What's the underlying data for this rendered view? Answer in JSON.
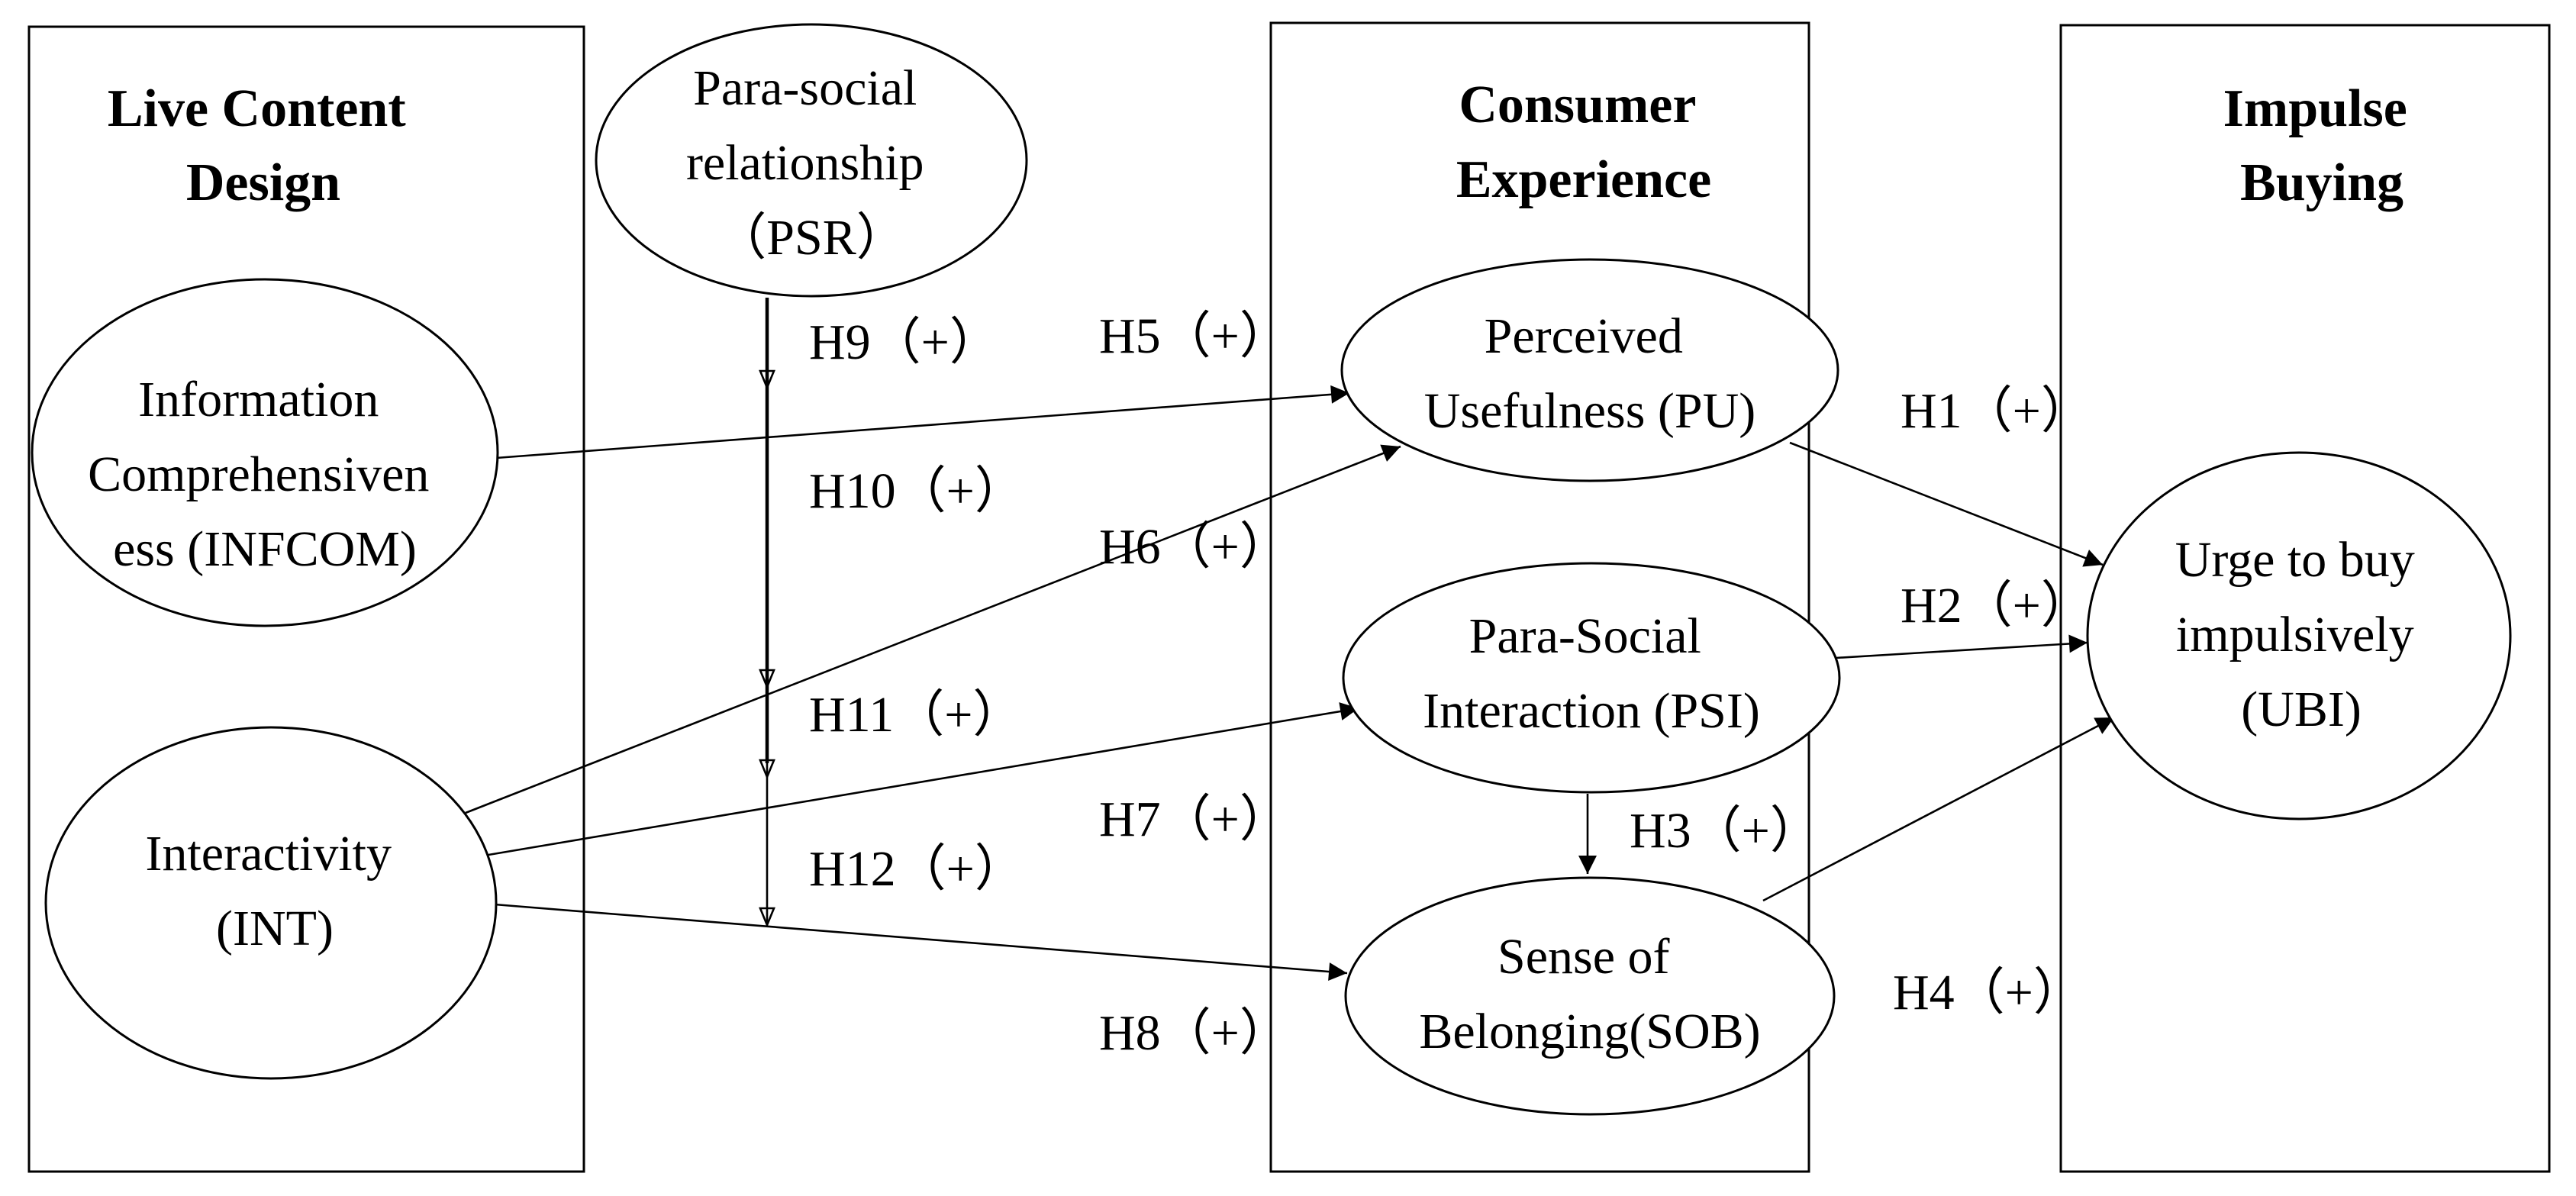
{
  "groups": {
    "live_content_design": "Live Content Design",
    "consumer_experience": "Consumer Experience",
    "impulse_buying": "Impulse Buying"
  },
  "nodes": {
    "psr": [
      "Para-social",
      "relationship",
      "（PSR）"
    ],
    "infcom": [
      "Information",
      "Comprehensiven",
      "ess (INFCOM)"
    ],
    "int": [
      "Interactivity",
      "(INT)"
    ],
    "pu": [
      "Perceived",
      "Usefulness (PU)"
    ],
    "psi": [
      "Para-Social",
      "Interaction (PSI)"
    ],
    "sob": [
      "Sense of",
      "Belonging(SOB)"
    ],
    "ubi": [
      "Urge to buy",
      "impulsively",
      "(UBI)"
    ]
  },
  "hypotheses": {
    "h1": "H1（+）",
    "h2": "H2（+）",
    "h3": "H3（+）",
    "h4": "H4（+）",
    "h5": "H5（+）",
    "h6": "H6（+）",
    "h7": "H7（+）",
    "h8": "H8（+）",
    "h9": "H9（+）",
    "h10": "H10（+）",
    "h11": "H11（+）",
    "h12": "H12（+）"
  },
  "header_lines": {
    "live_content_design": [
      "Live Content",
      "Design"
    ],
    "consumer_experience": [
      "Consumer",
      "Experience"
    ],
    "impulse_buying": [
      "Impulse",
      "Buying"
    ]
  }
}
